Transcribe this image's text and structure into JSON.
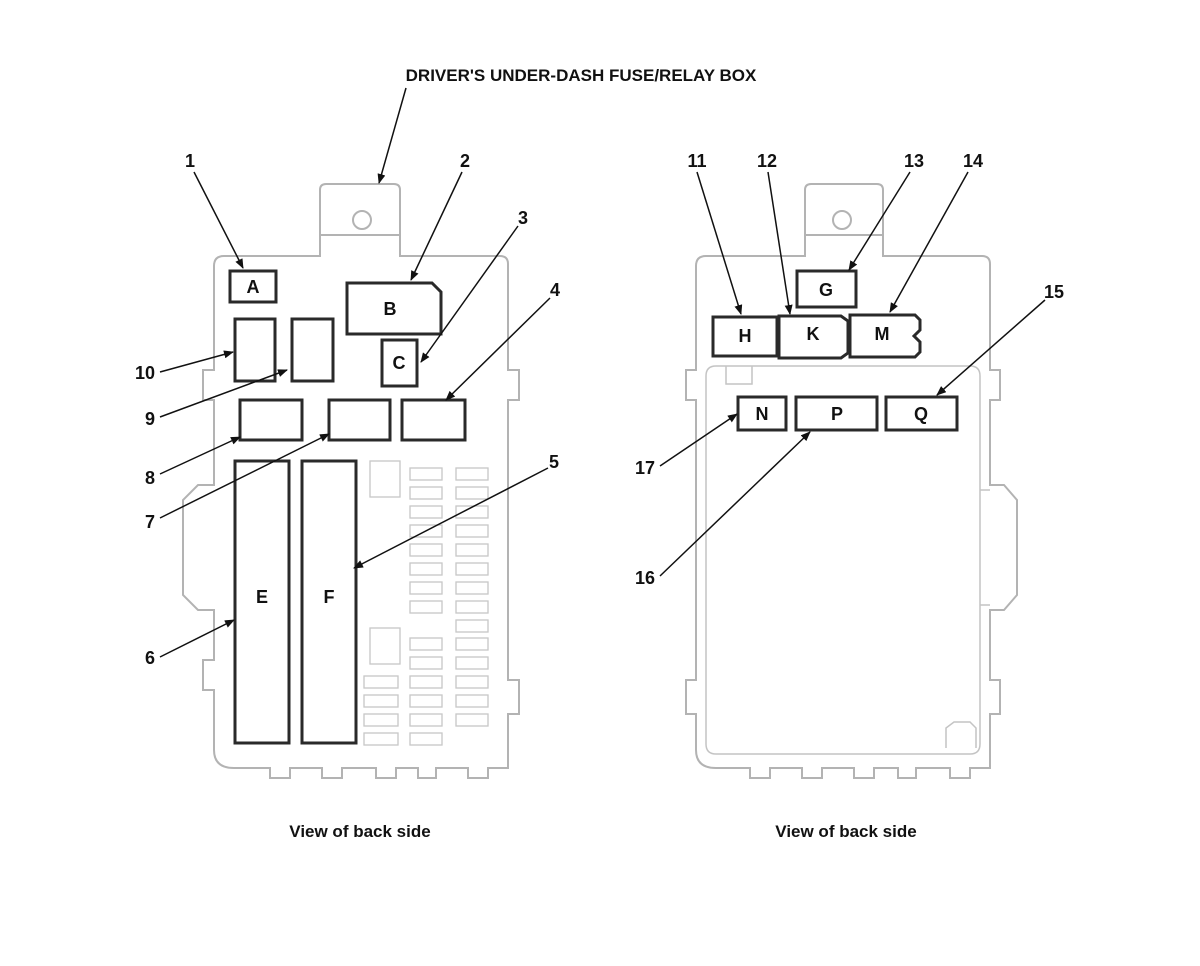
{
  "title": "DRIVER'S UNDER-DASH FUSE/RELAY BOX",
  "captions": {
    "left": "View of back side",
    "right": "View of back side"
  },
  "components": {
    "A": "A",
    "B": "B",
    "C": "C",
    "E": "E",
    "F": "F",
    "G": "G",
    "H": "H",
    "K": "K",
    "M": "M",
    "N": "N",
    "P": "P",
    "Q": "Q"
  },
  "callouts": {
    "c1": "1",
    "c2": "2",
    "c3": "3",
    "c4": "4",
    "c5": "5",
    "c6": "6",
    "c7": "7",
    "c8": "8",
    "c9": "9",
    "c10": "10",
    "c11": "11",
    "c12": "12",
    "c13": "13",
    "c14": "14",
    "c15": "15",
    "c16": "16",
    "c17": "17"
  }
}
